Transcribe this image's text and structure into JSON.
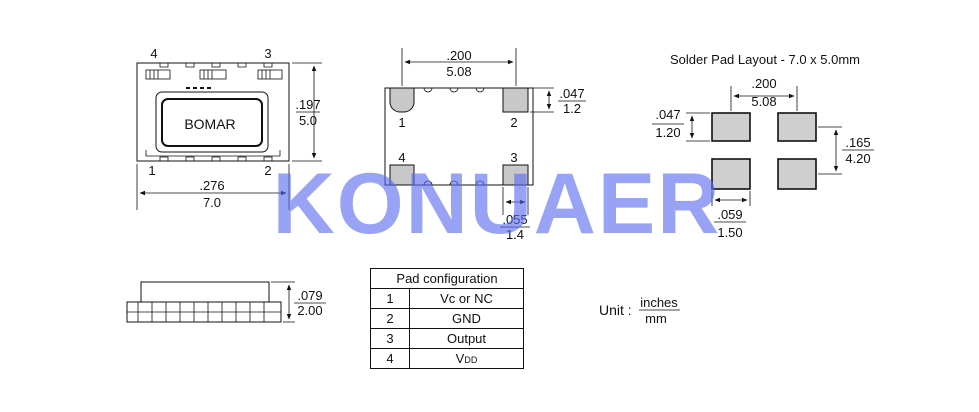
{
  "watermark": "KONUAER",
  "top_view": {
    "pin_tl": "4",
    "pin_tr": "3",
    "pin_bl": "1",
    "pin_br": "2",
    "logo": "BOMAR",
    "height_in": ".197",
    "height_mm": "5.0",
    "width_in": ".276",
    "width_mm": "7.0"
  },
  "bottom_view": {
    "pitch_in": ".200",
    "pitch_mm": "5.08",
    "pad_h_in": ".047",
    "pad_h_mm": "1.2",
    "pad_w_in": ".055",
    "pad_w_mm": "1.4",
    "pin_tl": "1",
    "pin_tr": "2",
    "pin_bl": "4",
    "pin_br": "3"
  },
  "solder_layout": {
    "title": "Solder Pad Layout - 7.0 x 5.0mm",
    "pitch_in": ".200",
    "pitch_mm": "5.08",
    "pad_h_in": ".047",
    "pad_h_mm": "1.20",
    "span_in": ".165",
    "span_mm": "4.20",
    "pad_w_in": ".059",
    "pad_w_mm": "1.50"
  },
  "side_view": {
    "height_in": ".079",
    "height_mm": "2.00"
  },
  "pad_config": {
    "title": "Pad configuration",
    "rows": [
      {
        "pad": "1",
        "function": "Vc or NC"
      },
      {
        "pad": "2",
        "function": "GND"
      },
      {
        "pad": "3",
        "function": "Output"
      },
      {
        "pad": "4",
        "function": "V",
        "sub": "DD"
      }
    ]
  },
  "unit": {
    "label": "Unit :",
    "numerator": "inches",
    "denominator": "mm"
  }
}
